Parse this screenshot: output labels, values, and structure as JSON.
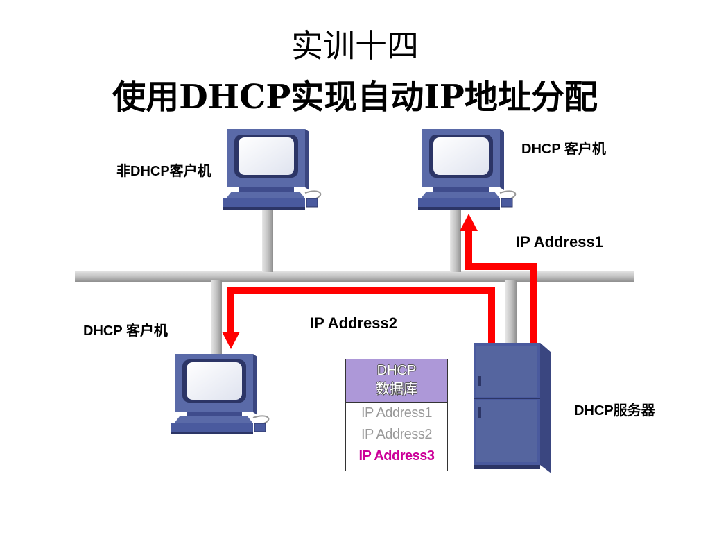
{
  "title": {
    "line1": "实训十四",
    "line2": "使用DHCP实现自动IP地址分配"
  },
  "labels": {
    "non_dhcp_client": "非DHCP客户机",
    "dhcp_client_top": "DHCP 客户机",
    "dhcp_client_left": "DHCP 客户机",
    "dhcp_server": "DHCP服务器",
    "ip_address1": "IP Address1",
    "ip_address2": "IP Address2"
  },
  "database": {
    "header_line1": "DHCP",
    "header_line2": "数据库",
    "entries": [
      "IP Address1",
      "IP Address2",
      "IP Address3"
    ]
  },
  "colors": {
    "network_cable": "#c0c0c0",
    "arrow": "#ff0000",
    "device_blue": "#4a5a9e",
    "db_header": "#ad98d8",
    "highlight_entry": "#cc0099"
  }
}
